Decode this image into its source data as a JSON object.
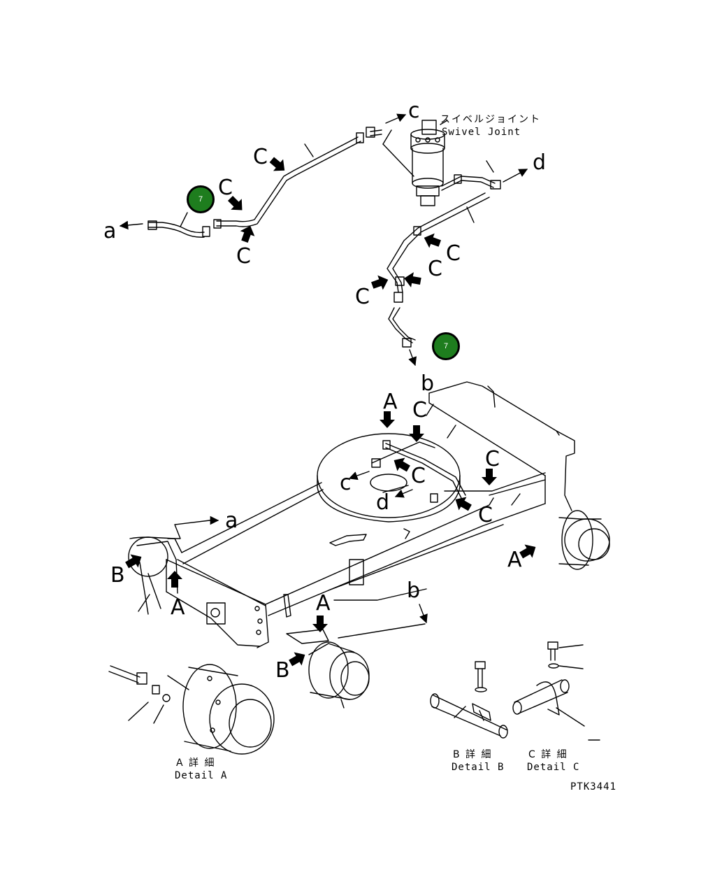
{
  "swivel_joint": {
    "label_jp": "スイベルジョイント",
    "label_en": "Swivel Joint"
  },
  "badges": {
    "upper_left": "7",
    "lower_right": "7"
  },
  "letters": {
    "a": "a",
    "b": "b",
    "c": "c",
    "d": "d",
    "A": "A",
    "B": "B",
    "C": "C"
  },
  "details": {
    "a": {
      "jp": "A 詳 細",
      "en": "Detail A"
    },
    "b": {
      "jp": "B 詳 細",
      "en": "Detail B"
    },
    "c": {
      "jp": "C 詳 細",
      "en": "Detail C"
    }
  },
  "drawing_code": "PTK3441",
  "colors": {
    "badge_fill": "#1e7d1e",
    "line": "#000000",
    "background": "#ffffff"
  }
}
